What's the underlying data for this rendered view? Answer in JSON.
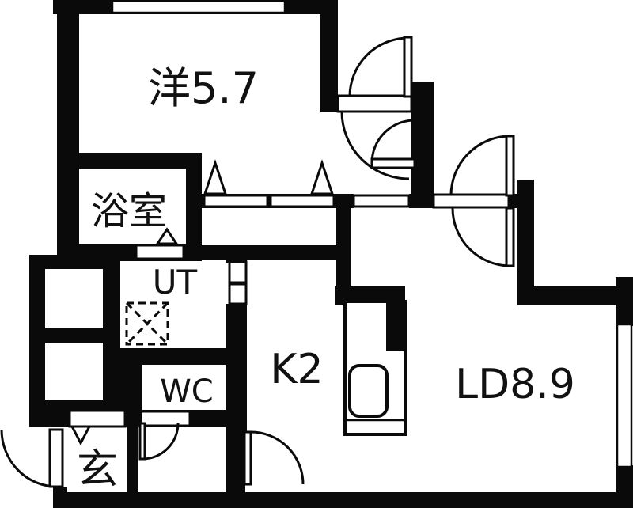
{
  "plan": {
    "type": "apartment-floor-plan",
    "colors": {
      "wall": "#0a0a0a",
      "floor": "#ffffff"
    },
    "rooms": [
      {
        "name": "western-room",
        "label": "洋5.7"
      },
      {
        "name": "bathroom",
        "label": "浴室"
      },
      {
        "name": "utility",
        "label": "UT"
      },
      {
        "name": "toilet",
        "label": "WC"
      },
      {
        "name": "entrance",
        "label": "玄"
      },
      {
        "name": "kitchen",
        "label": "K2"
      },
      {
        "name": "living-dining",
        "label": "LD8.9"
      }
    ],
    "fixtures": [
      {
        "name": "washing-machine-symbol",
        "shape": "dashed-square-with-x"
      },
      {
        "name": "kitchen-sink",
        "shape": "rounded-rect"
      },
      {
        "name": "window-top",
        "shape": "white-bar"
      },
      {
        "name": "window-right",
        "shape": "white-bar"
      }
    ]
  }
}
